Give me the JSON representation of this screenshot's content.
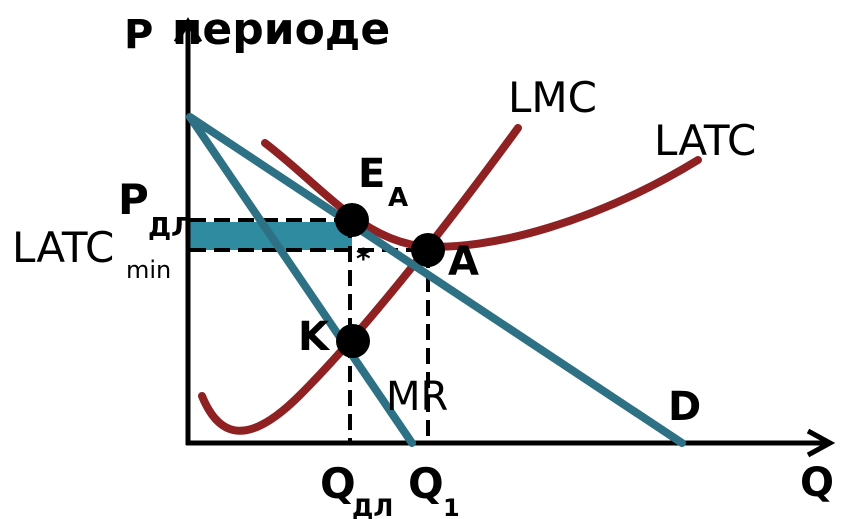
{
  "axes": {
    "y_label": "P",
    "x_label": "Q"
  },
  "title_fragment": "периоде",
  "curves": {
    "lmc": "LMC",
    "latc": "LATC",
    "mr": "MR",
    "d": "D"
  },
  "points": {
    "e_main": "E",
    "e_sub": "A",
    "a": "A",
    "k": "K",
    "star": "*"
  },
  "y_ticks": {
    "p_main": "P",
    "p_sub": "ДЛ",
    "latc_main": "LATC",
    "latc_sub": "min"
  },
  "x_ticks": {
    "q1_main": "Q",
    "q1_sub": "ДЛ",
    "q2_main": "Q",
    "q2_sub": "1"
  },
  "colors": {
    "cost_curves": "#8f2123",
    "demand_mr": "#2e7185",
    "profit_area": "#2e8ba0"
  }
}
